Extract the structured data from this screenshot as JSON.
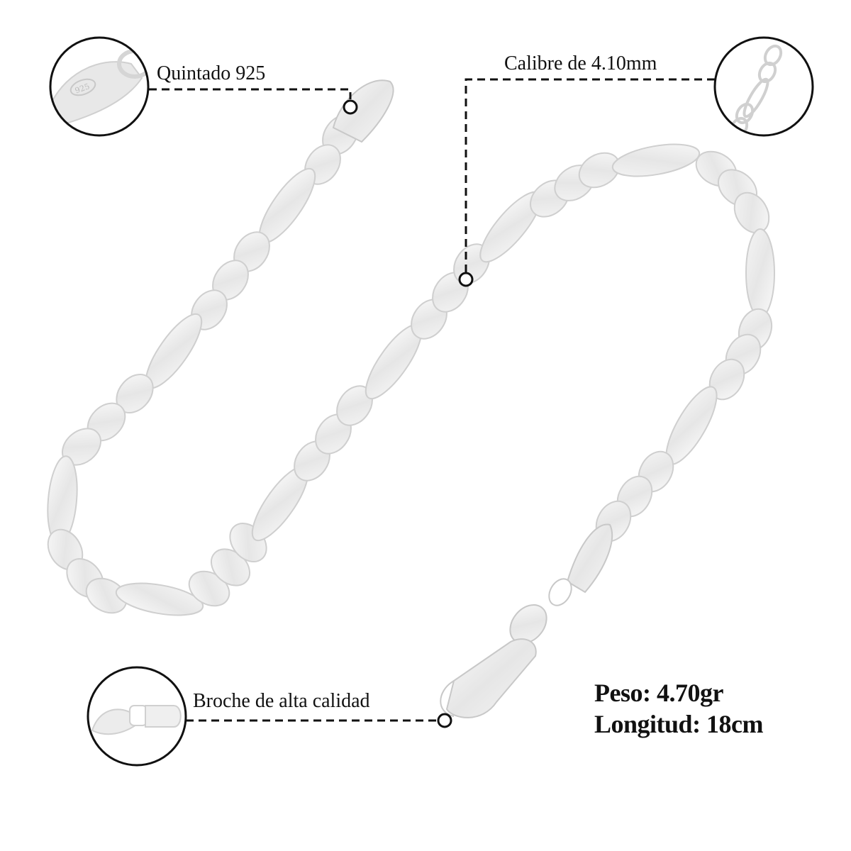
{
  "product": {
    "type": "Figaro chain bracelet",
    "metal_color": "#e9e9e9"
  },
  "callouts": [
    {
      "id": "stamp",
      "label": "Quintado 925",
      "detail_icon": "925-stamp-tag-detail"
    },
    {
      "id": "gauge",
      "label": "Calibre de 4.10mm",
      "detail_icon": "chain-links-detail"
    },
    {
      "id": "clasp",
      "label": "Broche de alta calidad",
      "detail_icon": "lobster-clasp-detail"
    }
  ],
  "specs": {
    "weight": "Peso: 4.70gr",
    "length": "Longitud: 18cm"
  },
  "colors": {
    "line": "#111111",
    "background": "#ffffff",
    "silver_light": "#f2f2f2",
    "silver_mid": "#d9d9d9",
    "silver_edge": "#c4c4c4"
  }
}
